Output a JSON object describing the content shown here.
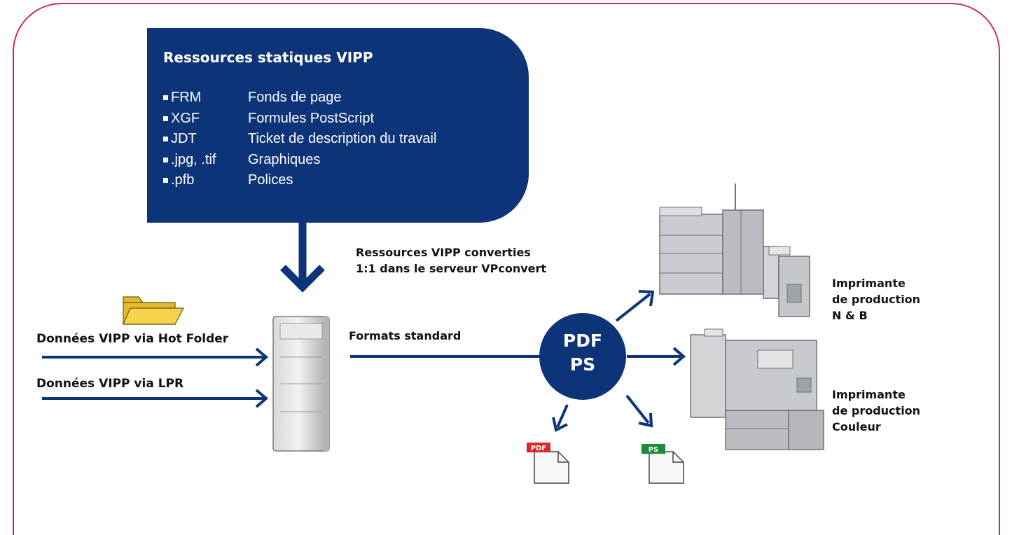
{
  "static_resources": {
    "title": "Ressources statiques VIPP",
    "items": [
      {
        "code": "FRM",
        "desc": "Fonds de page"
      },
      {
        "code": "XGF",
        "desc": "Formules PostScript"
      },
      {
        "code": "JDT",
        "desc": "Ticket de description du travail"
      },
      {
        "code": ".jpg, .tif",
        "desc": "Graphiques"
      },
      {
        "code": ".pfb",
        "desc": "Polices"
      }
    ]
  },
  "labels": {
    "converted_line1": "Ressources VIPP converties",
    "converted_line2": "1:1 dans le serveur VPconvert",
    "hot_folder": "Données VIPP via Hot Folder",
    "lpr": "Données VIPP via LPR",
    "standard_formats": "Formats standard",
    "circle_line1": "PDF",
    "circle_line2": "PS",
    "pdf_file_tag": "PDF",
    "ps_file_tag": "PS",
    "printer_bw_line1": "Imprimante",
    "printer_bw_line2": "de production",
    "printer_bw_line3": "N & B",
    "printer_color_line1": "Imprimante",
    "printer_color_line2": "de production",
    "printer_color_line3": "Couleur"
  },
  "colors": {
    "navy": "#0d3478",
    "frame": "#d02b55",
    "folder": "#f3d44a",
    "pdf_tag": "#d42a2a",
    "ps_tag": "#1f8a3a"
  },
  "icons": [
    "folder-icon",
    "server-icon",
    "pdf-file-icon",
    "ps-file-icon",
    "bw-printer-icon",
    "color-printer-icon"
  ]
}
